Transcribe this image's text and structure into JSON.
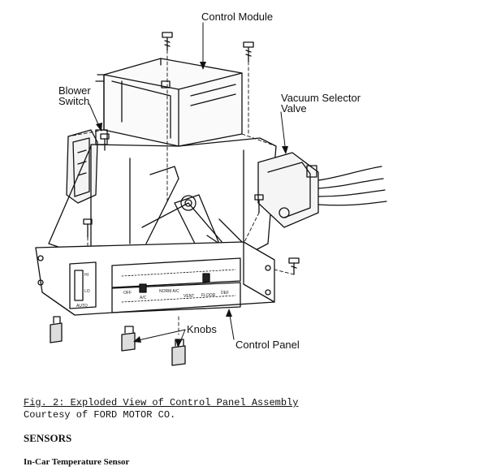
{
  "figure": {
    "callouts": {
      "control_module": "Control Module",
      "blower_switch": [
        "Blower",
        "Switch"
      ],
      "vacuum_selector_valve": [
        "Vacuum Selector",
        "Valve"
      ],
      "knobs": "Knobs",
      "control_panel": "Control Panel"
    },
    "panel_labels": {
      "hi": "HI",
      "lo": "LO",
      "auto": "AUTO",
      "modes": [
        "OFF",
        "A/C",
        "NORM A/C",
        "VENT",
        "FLOOR",
        "DEF"
      ]
    },
    "caption": {
      "title": "Fig. 2: Exploded View of Control Panel Assembly",
      "credit": "Courtesy of FORD MOTOR CO."
    }
  },
  "document": {
    "section_heading": "SENSORS",
    "subsection_heading": "In-Car Temperature Sensor"
  }
}
